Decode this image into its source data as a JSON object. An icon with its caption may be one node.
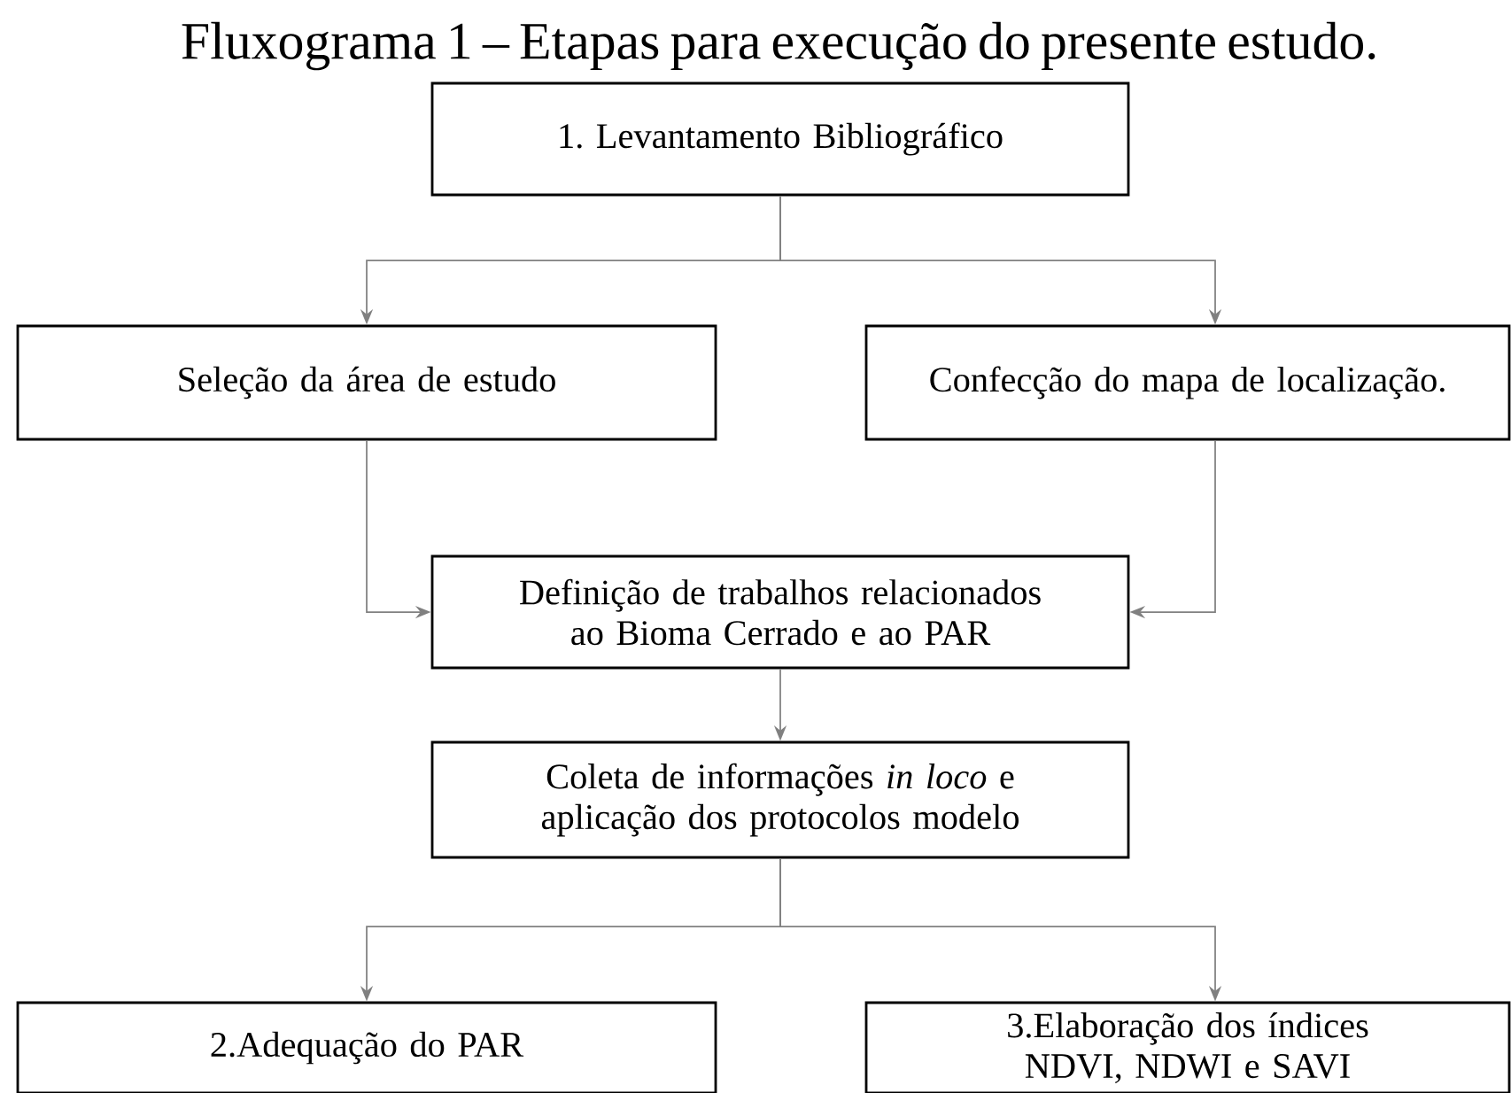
{
  "diagram": {
    "title": "Fluxograma 1 – Etapas para execução do presente estudo.",
    "nodes": [
      {
        "text": [
          "1. Levantamento Bibliográfico"
        ]
      },
      {
        "text": [
          "Seleção da área de estudo"
        ]
      },
      {
        "text": [
          "Confecção do mapa de localização."
        ]
      },
      {
        "text": [
          "Definição de trabalhos relacionados ao Bioma Cerrado e ao PAR"
        ]
      },
      {
        "text": [
          "Coleta de informações *in loco* e aplicação dos protocolos modelo"
        ]
      },
      {
        "text": [
          "2.Adequação do PAR"
        ]
      },
      {
        "text": [
          "3.Elaboração dos índices NDVI, NDWI e SAVI"
        ]
      }
    ],
    "edges": [
      {
        "from": 0,
        "to": 1,
        "arrow": "to"
      },
      {
        "from": 0,
        "to": 2,
        "arrow": "to"
      },
      {
        "from": 1,
        "to": 3,
        "arrow": "to"
      },
      {
        "from": 2,
        "to": 3,
        "arrow": "to"
      },
      {
        "from": 3,
        "to": 4,
        "arrow": "to"
      },
      {
        "from": 4,
        "to": 5,
        "arrow": "to"
      },
      {
        "from": 4,
        "to": 6,
        "arrow": "to"
      }
    ]
  }
}
